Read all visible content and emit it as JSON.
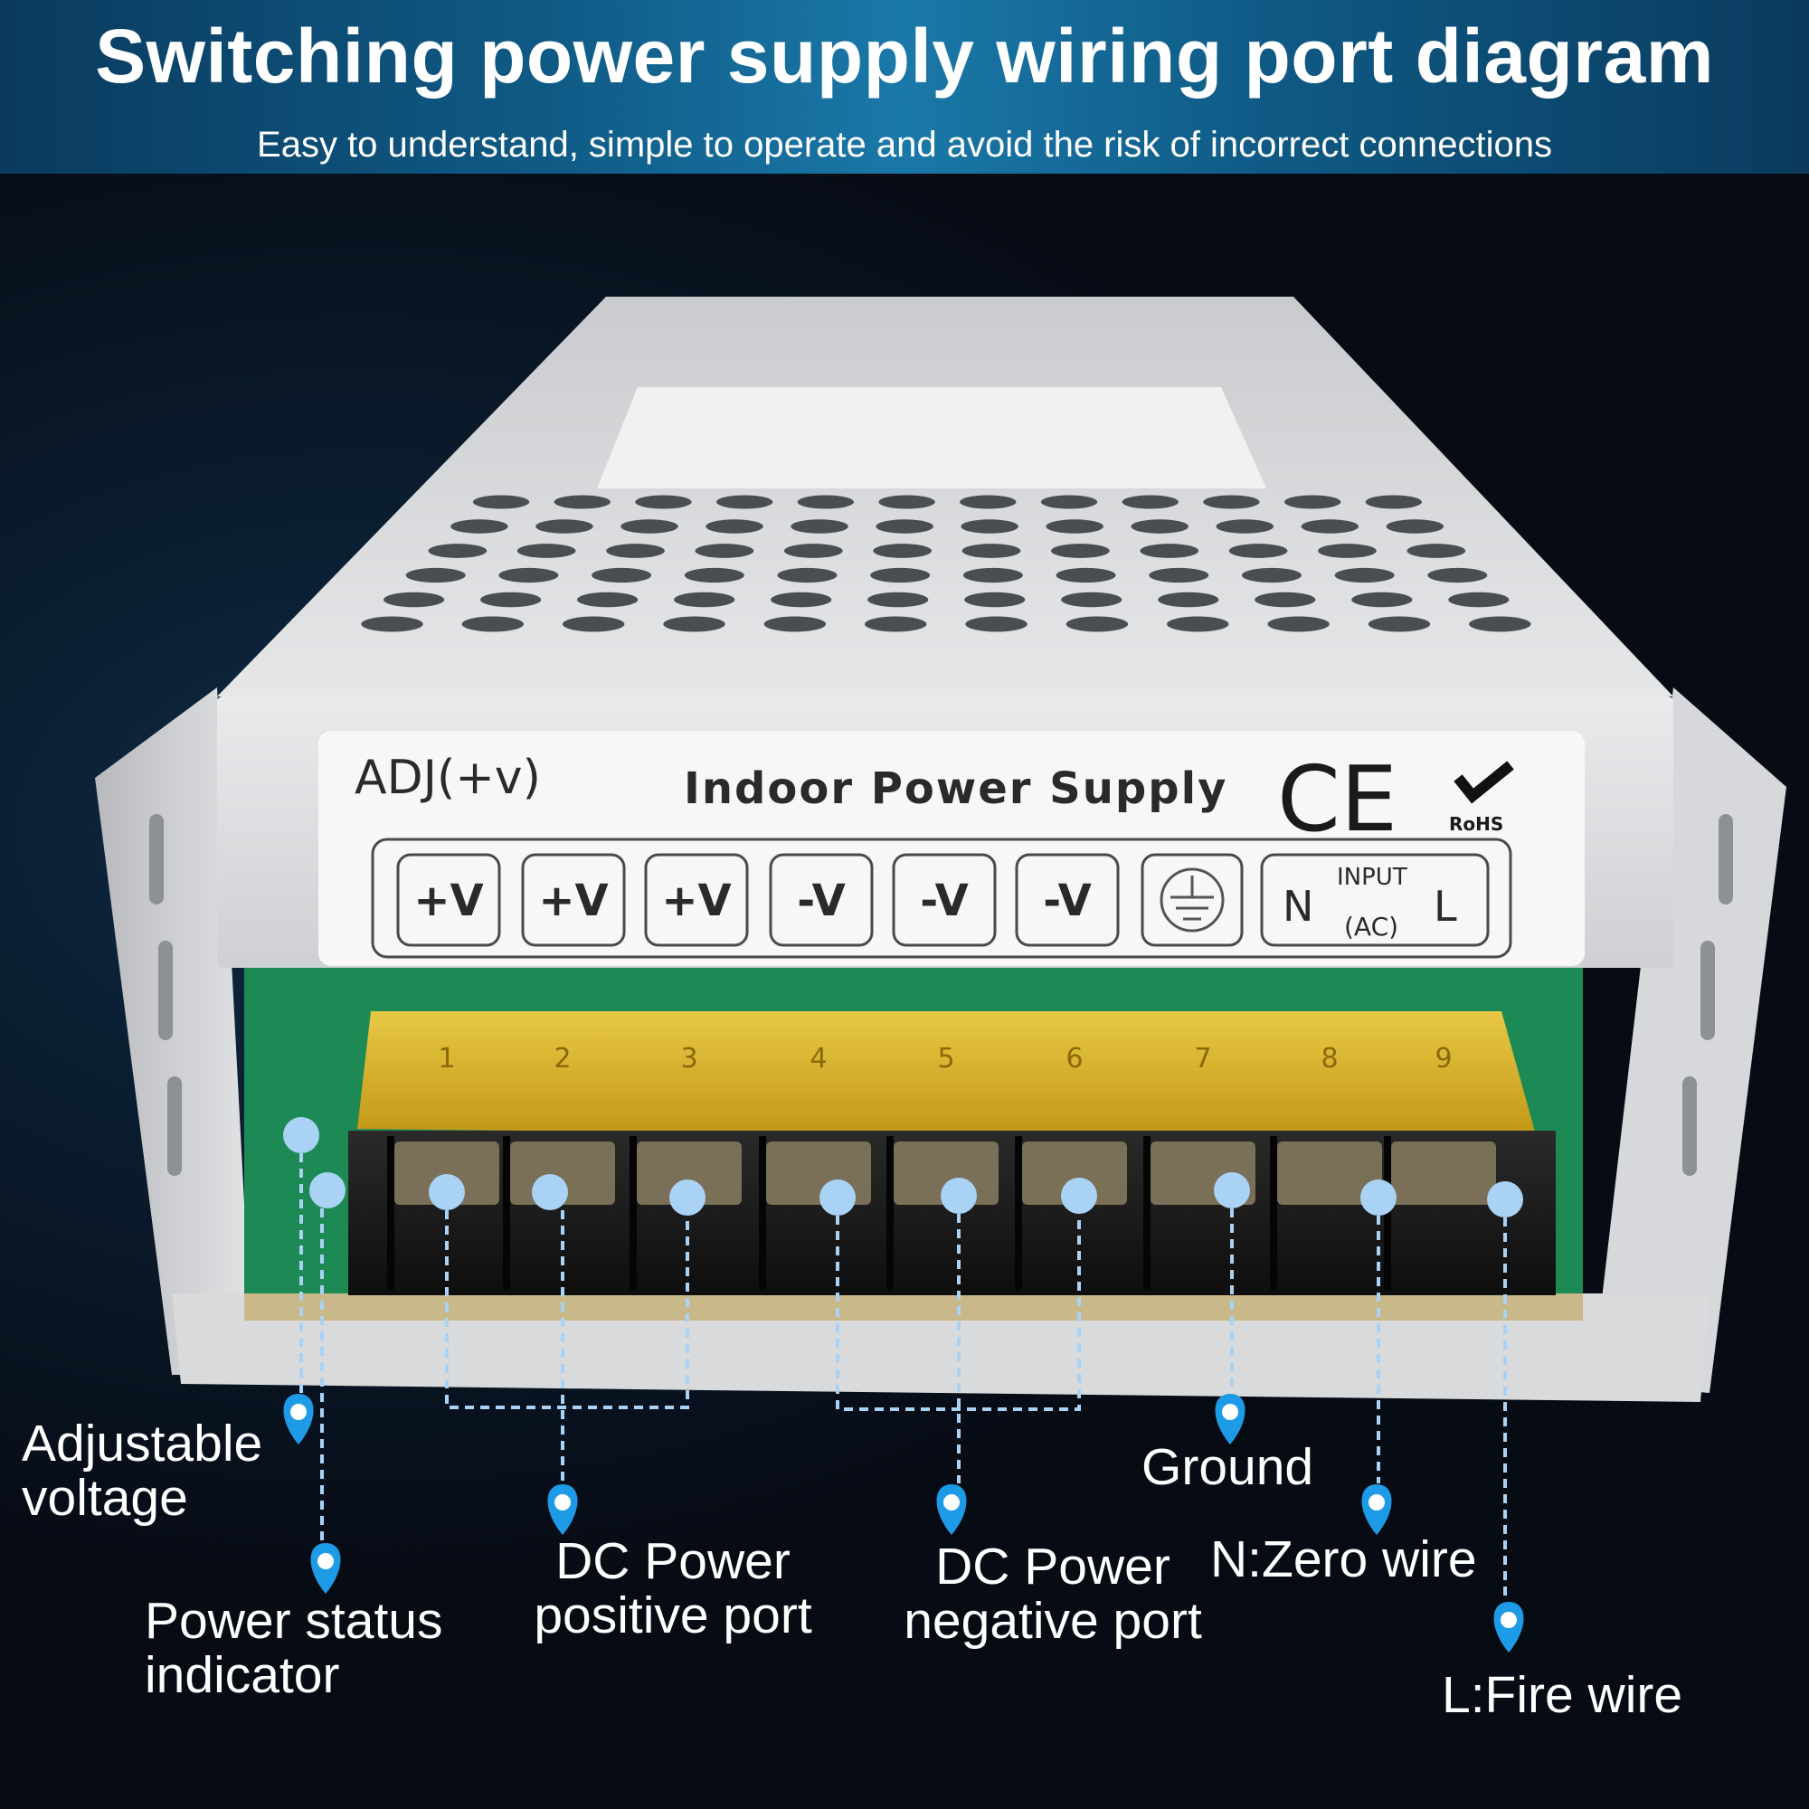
{
  "header": {
    "title": "Switching power supply wiring port diagram",
    "subtitle": "Easy to understand, simple to operate and avoid the risk of incorrect connections"
  },
  "panel": {
    "adj": "ADJ(+v)",
    "name": "Indoor Power Supply",
    "ce": "CE",
    "rohs": "RoHS",
    "ports": [
      "+V",
      "+V",
      "+V",
      "-V",
      "-V",
      "-V"
    ],
    "ground_symbol": "ground-symbol",
    "input_n": "N",
    "input_top": "INPUT",
    "input_ac": "(AC)",
    "input_l": "L"
  },
  "terminal_numbers": [
    "1",
    "2",
    "3",
    "4",
    "5",
    "6",
    "7",
    "8",
    "9"
  ],
  "labels": {
    "adjustable_1": "Adjustable",
    "adjustable_2": "voltage",
    "status_1": "Power status",
    "status_2": "indicator",
    "dcpos_1": "DC Power",
    "dcpos_2": "positive port",
    "dcneg_1": "DC Power",
    "dcneg_2": "negative port",
    "ground": "Ground",
    "nzero": "N:Zero wire",
    "lfire": "L:Fire wire"
  },
  "colors": {
    "accent_blue": "#1d9be6",
    "dot_blue": "#a9d2f5",
    "terminal_cover": "#e8b820",
    "pcb_green": "#1d8a55"
  }
}
